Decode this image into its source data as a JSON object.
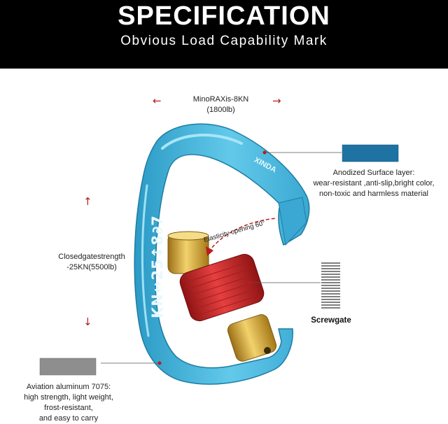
{
  "header": {
    "title": "SPECIFICATION",
    "subtitle": "Obvious Load Capability Mark"
  },
  "minor_axis": {
    "line1": "MinoRAXis-8KN",
    "line2": "(1800lb)"
  },
  "closed_gate": {
    "line1": "Closedgatestrength",
    "line2": "-25KN(5500lb)"
  },
  "surface": {
    "title": "Anodized Surface layer:",
    "line1": "wear-resistant ,anti-slip,bright color,",
    "line2": "non-toxic and harmless material",
    "swatch_color": "#1f73a3"
  },
  "screwgate": {
    "label": "Screwgate"
  },
  "aluminum": {
    "title": "Aviation aluminum 7075:",
    "line1": "high strength, light weight,",
    "line2": "frost-resistant,",
    "line3": "and easy to carry",
    "swatch_color": "#8e8e8e"
  },
  "carabiner": {
    "brand": "XINDA",
    "spine_text": "KN↔25↕8∂7",
    "elasticity": "Elasticity opening 60°",
    "body_color": "#3fb0d6",
    "sleeve_color": "#cf2b2b",
    "gate_color": "#e2b43a"
  },
  "accent_color": "#b81d1d",
  "icons": {
    "arrow_left": "←",
    "arrow_right": "→",
    "arrow_up": "↑",
    "arrow_down": "↓"
  }
}
